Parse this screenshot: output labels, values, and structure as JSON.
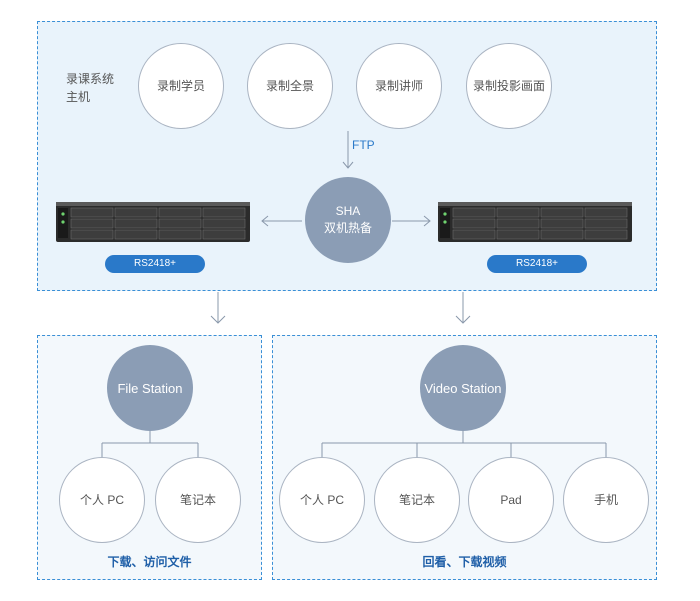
{
  "top_panel": {
    "host_label": "录课系统\n主机",
    "sources": [
      "录制学员",
      "录制全景",
      "录制讲师",
      "录制投影画面"
    ],
    "ftp_label": "FTP",
    "sha_circle": "SHA\n双机热备",
    "servers": [
      {
        "model": "RS2418+"
      },
      {
        "model": "RS2418+"
      }
    ]
  },
  "left_panel": {
    "hub": "File Station",
    "clients": [
      "个人 PC",
      "笔记本"
    ],
    "caption": "下载、访问文件"
  },
  "right_panel": {
    "hub": "Video Station",
    "clients": [
      "个人 PC",
      "笔记本",
      "Pad",
      "手机"
    ],
    "caption": "回看、下载视频"
  },
  "colors": {
    "accent": "#2a79c9",
    "dashed_border": "#3a8fd6",
    "hub_fill": "#8b9db5",
    "top_panel_bg": "#e9f3fb"
  }
}
